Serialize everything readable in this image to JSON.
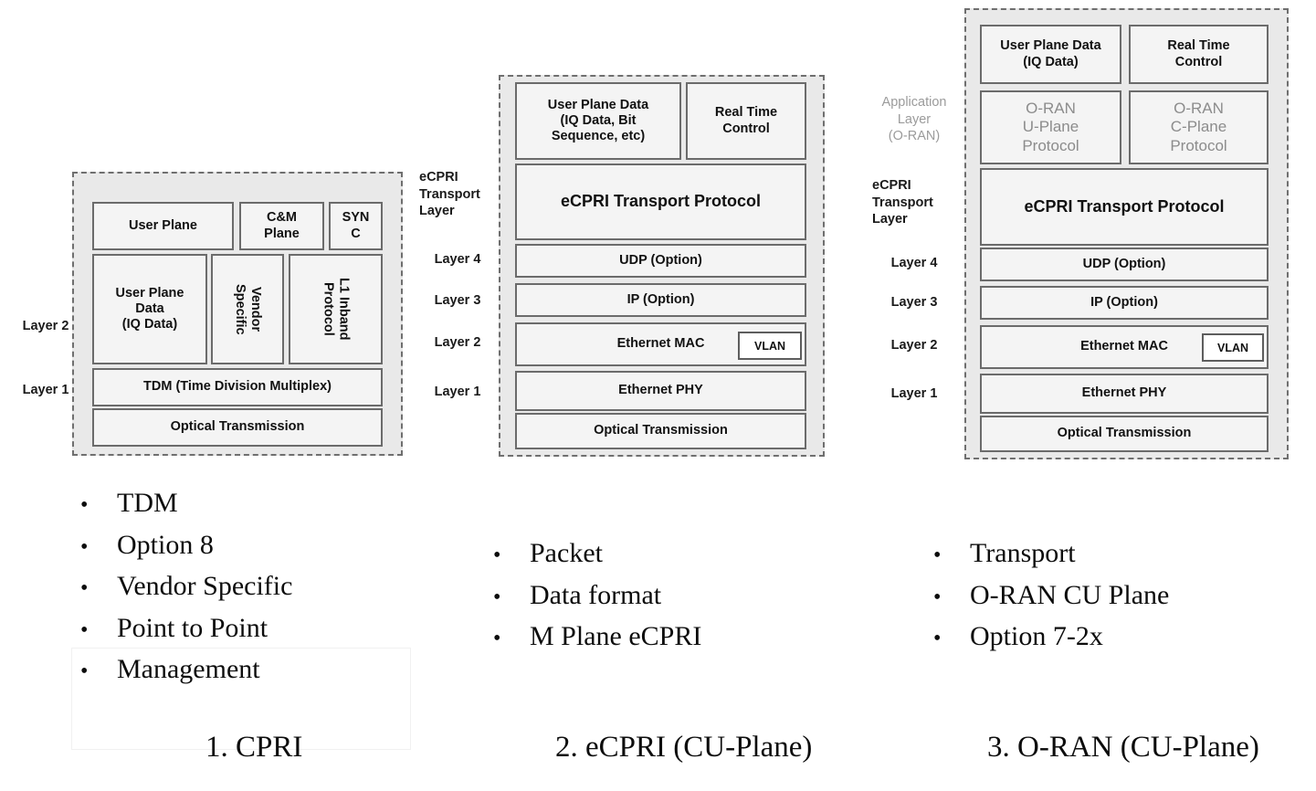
{
  "figure": {
    "title": "CPRI, eCPRI and O-RAN protocol stack comparison",
    "colors": {
      "panel_fill": "#e9e9e9",
      "panel_border": "#6f6f6f",
      "box_fill": "#f4f4f4",
      "box_border": "#6b6b6b",
      "text": "#111111",
      "muted_text": "#8c8c8c"
    }
  },
  "panels": [
    {
      "id": "cpri",
      "caption": "1. CPRI",
      "layer_labels": [
        {
          "id": "layer-2",
          "text": "Layer 2",
          "muted": false
        },
        {
          "id": "layer-1",
          "text": "Layer 1",
          "muted": false
        }
      ],
      "boxes": [
        {
          "id": "user-plane",
          "lines": [
            "User Plane"
          ],
          "muted": false,
          "vertical": false
        },
        {
          "id": "cm-plane",
          "lines": [
            "C&M",
            "Plane"
          ],
          "muted": false,
          "vertical": false
        },
        {
          "id": "sync",
          "lines": [
            "SYN",
            "C"
          ],
          "muted": false,
          "vertical": false
        },
        {
          "id": "user-plane-data",
          "lines": [
            "User Plane",
            "Data",
            "(IQ Data)"
          ],
          "muted": false,
          "vertical": false
        },
        {
          "id": "vendor-specific",
          "lines": [
            "Vendor",
            "Specific"
          ],
          "muted": false,
          "vertical": true
        },
        {
          "id": "l1-inband-protocol",
          "lines": [
            "L1 Inband",
            "Protocol"
          ],
          "muted": false,
          "vertical": true
        },
        {
          "id": "tdm",
          "lines": [
            "TDM (Time Division Multiplex)"
          ],
          "muted": false,
          "vertical": false
        },
        {
          "id": "optical-transmission",
          "lines": [
            "Optical Transmission"
          ],
          "muted": false,
          "vertical": false
        }
      ],
      "bullets": [
        "TDM",
        "Option 8",
        "Vendor Specific",
        "Point to Point",
        "Management"
      ]
    },
    {
      "id": "ecpri",
      "caption": "2. eCPRI (CU-Plane)",
      "layer_labels": [
        {
          "id": "ecpri-transport-layer",
          "text": "eCPRI\nTransport\nLayer",
          "muted": false
        },
        {
          "id": "layer-4",
          "text": "Layer 4",
          "muted": false
        },
        {
          "id": "layer-3",
          "text": "Layer 3",
          "muted": false
        },
        {
          "id": "layer-2",
          "text": "Layer 2",
          "muted": false
        },
        {
          "id": "layer-1",
          "text": "Layer 1",
          "muted": false
        }
      ],
      "boxes": [
        {
          "id": "user-plane-data",
          "lines": [
            "User Plane Data",
            "(IQ Data, Bit",
            "Sequence, etc)"
          ],
          "muted": false,
          "vertical": false
        },
        {
          "id": "real-time-control",
          "lines": [
            "Real Time",
            "Control"
          ],
          "muted": false,
          "vertical": false
        },
        {
          "id": "ecpri-transport-protocol",
          "lines": [
            "eCPRI  Transport Protocol"
          ],
          "muted": false,
          "vertical": false
        },
        {
          "id": "udp-option",
          "lines": [
            "UDP (Option)"
          ],
          "muted": false,
          "vertical": false
        },
        {
          "id": "ip-option",
          "lines": [
            "IP (Option)"
          ],
          "muted": false,
          "vertical": false
        },
        {
          "id": "ethernet-mac",
          "lines": [
            "Ethernet MAC"
          ],
          "muted": false,
          "vertical": false
        },
        {
          "id": "vlan",
          "lines": [
            "VLAN"
          ],
          "muted": false,
          "vertical": false
        },
        {
          "id": "ethernet-phy",
          "lines": [
            "Ethernet PHY"
          ],
          "muted": false,
          "vertical": false
        },
        {
          "id": "optical-transmission",
          "lines": [
            "Optical Transmission"
          ],
          "muted": false,
          "vertical": false
        }
      ],
      "bullets": [
        "Packet",
        "Data format",
        "M Plane eCPRI"
      ]
    },
    {
      "id": "oran",
      "caption": "3. O-RAN (CU-Plane)",
      "layer_labels": [
        {
          "id": "application-layer-oran",
          "text": "Application\nLayer\n(O-RAN)",
          "muted": true
        },
        {
          "id": "ecpri-transport-layer",
          "text": "eCPRI\nTransport\nLayer",
          "muted": false
        },
        {
          "id": "layer-4",
          "text": "Layer 4",
          "muted": false
        },
        {
          "id": "layer-3",
          "text": "Layer 3",
          "muted": false
        },
        {
          "id": "layer-2",
          "text": "Layer 2",
          "muted": false
        },
        {
          "id": "layer-1",
          "text": "Layer 1",
          "muted": false
        }
      ],
      "boxes": [
        {
          "id": "user-plane-data",
          "lines": [
            "User Plane Data",
            "(IQ Data)"
          ],
          "muted": false,
          "vertical": false
        },
        {
          "id": "real-time-control",
          "lines": [
            "Real Time",
            "Control"
          ],
          "muted": false,
          "vertical": false
        },
        {
          "id": "oran-u-plane-protocol",
          "lines": [
            "O-RAN",
            "U-Plane",
            "Protocol"
          ],
          "muted": true,
          "vertical": false
        },
        {
          "id": "oran-c-plane-protocol",
          "lines": [
            "O-RAN",
            "C-Plane",
            "Protocol"
          ],
          "muted": true,
          "vertical": false
        },
        {
          "id": "ecpri-transport-protocol",
          "lines": [
            "eCPRI  Transport Protocol"
          ],
          "muted": false,
          "vertical": false
        },
        {
          "id": "udp-option",
          "lines": [
            "UDP (Option)"
          ],
          "muted": false,
          "vertical": false
        },
        {
          "id": "ip-option",
          "lines": [
            "IP (Option)"
          ],
          "muted": false,
          "vertical": false
        },
        {
          "id": "ethernet-mac",
          "lines": [
            "Ethernet MAC"
          ],
          "muted": false,
          "vertical": false
        },
        {
          "id": "vlan",
          "lines": [
            "VLAN"
          ],
          "muted": false,
          "vertical": false
        },
        {
          "id": "ethernet-phy",
          "lines": [
            "Ethernet PHY"
          ],
          "muted": false,
          "vertical": false
        },
        {
          "id": "optical-transmission",
          "lines": [
            "Optical Transmission"
          ],
          "muted": false,
          "vertical": false
        }
      ],
      "bullets": [
        "Transport",
        "O-RAN CU Plane",
        "Option 7-2x"
      ]
    }
  ],
  "bullet_glyph": "•"
}
